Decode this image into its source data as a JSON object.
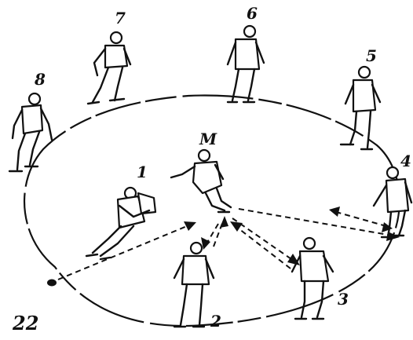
{
  "figure_number": "22",
  "players": [
    {
      "id": "center",
      "label": "M"
    },
    {
      "id": "p1",
      "label": "1"
    },
    {
      "id": "p2",
      "label": "2"
    },
    {
      "id": "p3",
      "label": "3"
    },
    {
      "id": "p4",
      "label": "4"
    },
    {
      "id": "p5",
      "label": "5"
    },
    {
      "id": "p6",
      "label": "6"
    },
    {
      "id": "p7",
      "label": "7"
    },
    {
      "id": "p8",
      "label": "8"
    }
  ],
  "colors": {
    "ink": "#111111",
    "paper": "#ffffff"
  }
}
